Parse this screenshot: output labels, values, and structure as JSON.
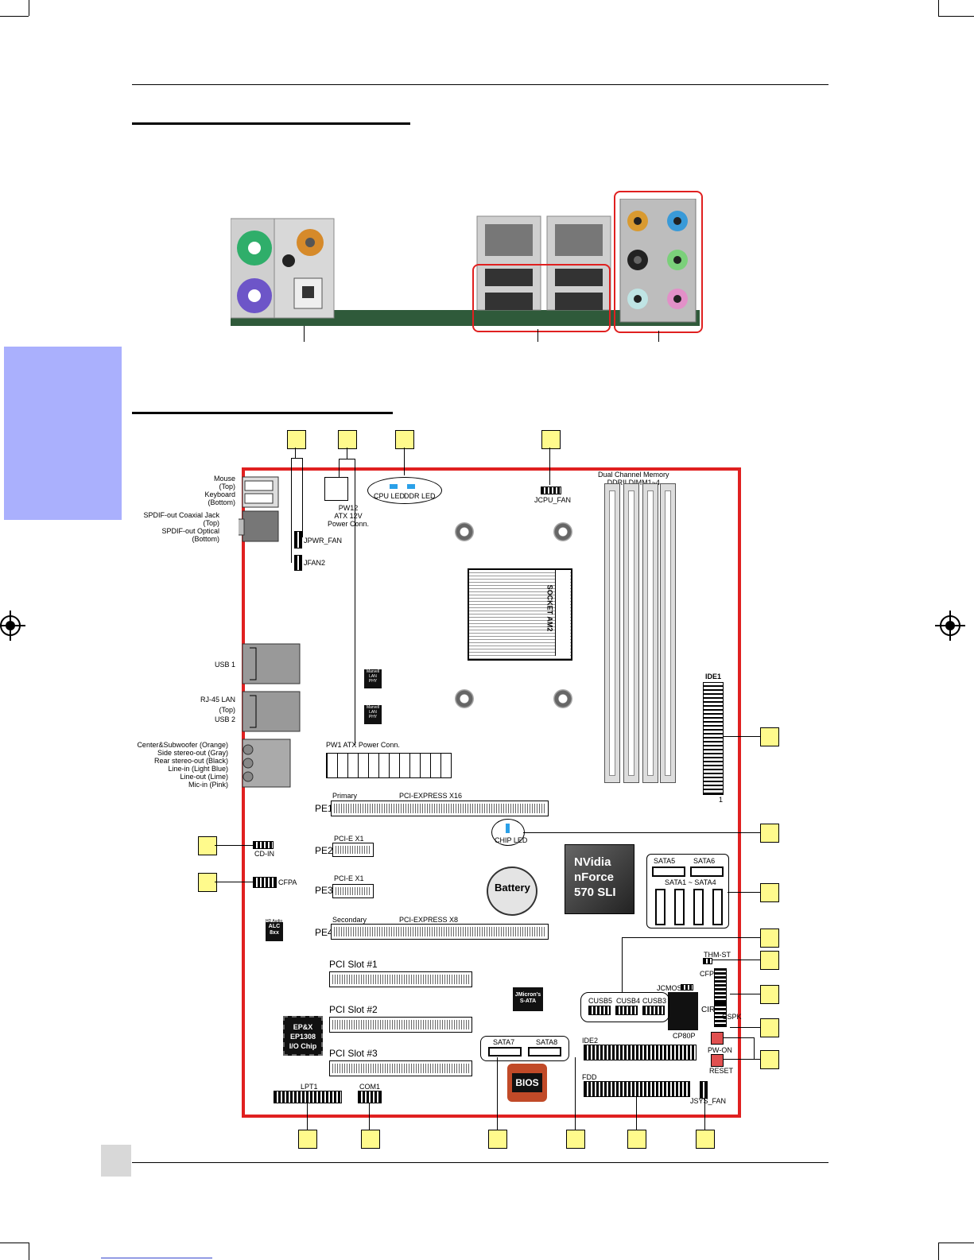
{
  "io_panel": {
    "image": "rear-io-panel"
  },
  "board": {
    "left_labels": {
      "mouse_kb": "Mouse\n(Top)\nKeyboard\n(Bottom)",
      "spdif": "SPDIF-out Coaxial Jack\n(Top)\nSPDIF-out Optical\n(Bottom)",
      "usb1": "USB 1",
      "rj45": "RJ-45 LAN\n(Top)\nUSB 2",
      "audio": "Center&Subwoofer (Orange)\nSide stereo-out (Gray)\nRear stereo-out (Black)\nLine-in (Light Blue)\nLine-out (Lime)\nMic-in (Pink)"
    },
    "components": {
      "pw12": "PW12\nATX 12V\nPower Conn.",
      "jpwr_fan": "JPWR_FAN",
      "jfan2": "JFAN2",
      "cpu_led": "CPU LED",
      "ddr_led": "DDR LED",
      "jcpu_fan": "JCPU_FAN",
      "dimm_title": "Dual Channel Memory\nDDRII DIMM1~4",
      "socket": "SOCKET AM2",
      "pw1": "PW1 ATX Power Conn.",
      "ide1": "IDE1",
      "ide1_pin": "1",
      "primary": "Primary",
      "pcie16": "PCI-EXPRESS X16",
      "pe1": "PE1",
      "pe2": "PE2",
      "pe3": "PE3",
      "pe4": "PE4",
      "pcie_x1_a": "PCI-E X1",
      "pcie_x1_b": "PCI-E X1",
      "chip_led": "CHIP LED",
      "cd_in": "CD-IN",
      "cfpa": "CFPA",
      "battery": "Battery",
      "nvidia": "NVidia\nnForce\n570 SLI",
      "sata5": "SATA5",
      "sata6": "SATA6",
      "sata14": "SATA1 ~ SATA4",
      "secondary": "Secondary",
      "pcie8": "PCI-EXPRESS X8",
      "hd_audio": "HD Audio",
      "alc": "ALC\n8xx",
      "thm": "THM-ST",
      "cfp": "CFP",
      "jcmos": "JCMOS",
      "pci1": "PCI Slot #1",
      "pci2": "PCI Slot #2",
      "pci3": "PCI Slot #3",
      "jmicron": "JMicron's\nS-ATA",
      "cusb5": "CUSB5",
      "cusb4": "CUSB4",
      "cusb3": "CUSB3",
      "cir": "CIR",
      "cspk": "CSPK",
      "cp80p": "CP80P",
      "ite": "EP&X\nEP1308\nI/O Chip",
      "sata7": "SATA7",
      "sata8": "SATA8",
      "ide2": "IDE2",
      "pw_on": "PW-ON",
      "reset": "RESET",
      "bios": "BIOS",
      "fdd": "FDD",
      "jsys_fan": "JSYS_FAN",
      "lpt1": "LPT1",
      "com1": "COM1",
      "marvell": "Marvell\nLAN\nPHY"
    }
  },
  "colors": {
    "sidebar": "#aab0fd",
    "callout": "#fffa8c",
    "highlight": "#e02020"
  }
}
